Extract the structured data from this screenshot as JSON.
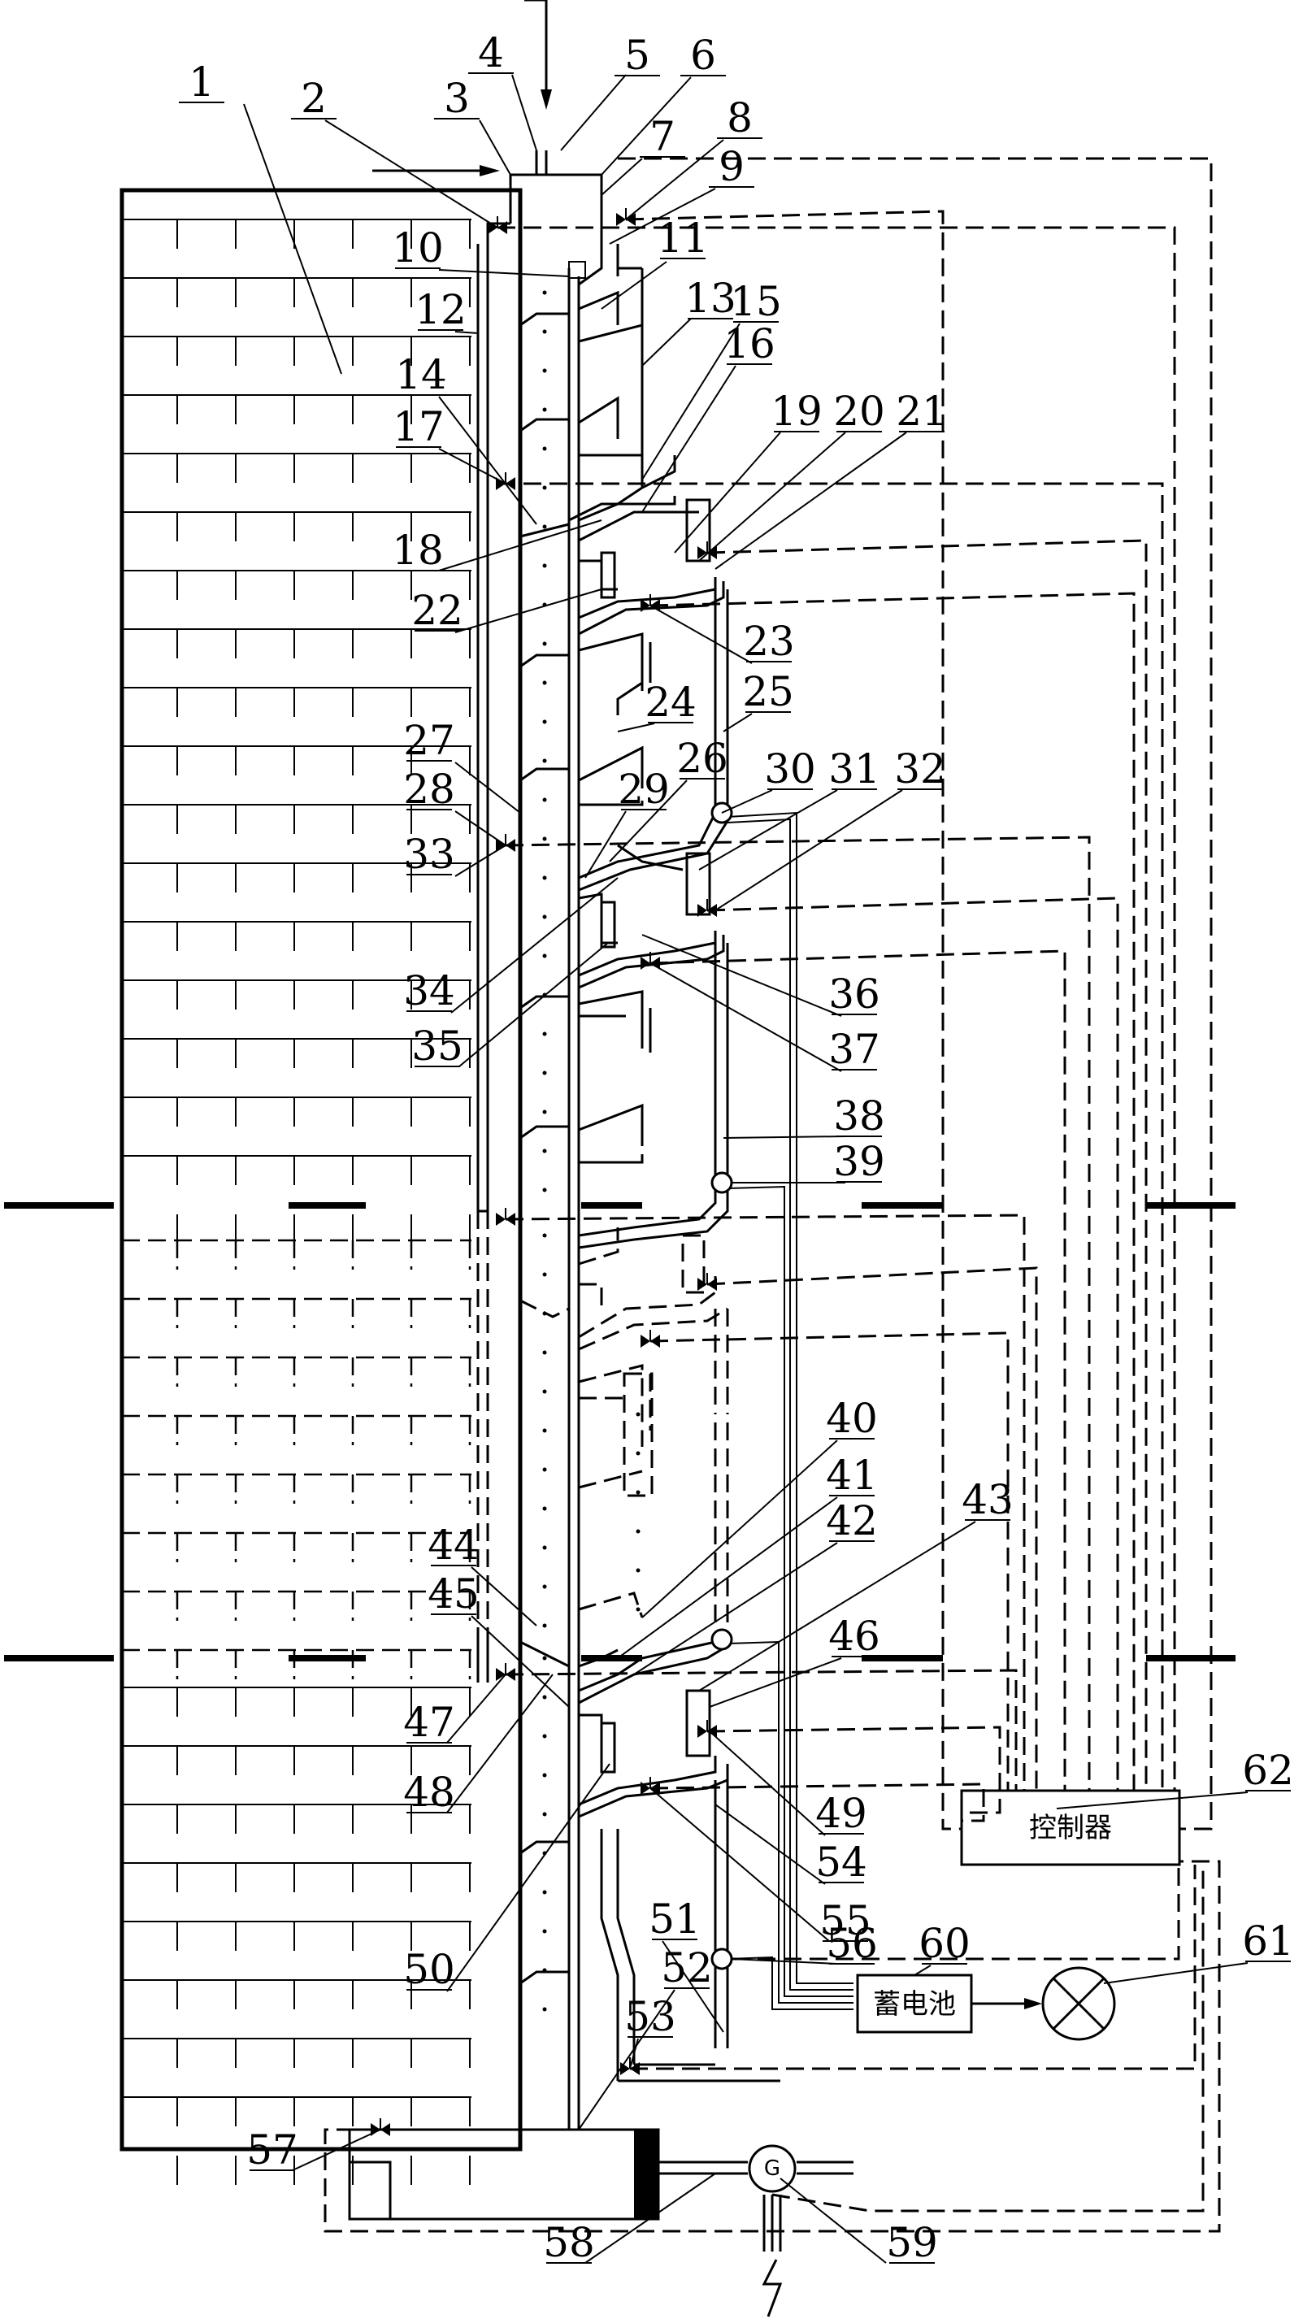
{
  "labels": [
    "1",
    "2",
    "3",
    "4",
    "5",
    "6",
    "7",
    "8",
    "9",
    "10",
    "11",
    "12",
    "13",
    "14",
    "15",
    "16",
    "17",
    "18",
    "19",
    "20",
    "21",
    "22",
    "23",
    "24",
    "25",
    "26",
    "27",
    "28",
    "29",
    "30",
    "31",
    "32",
    "33",
    "34",
    "35",
    "36",
    "37",
    "38",
    "39",
    "40",
    "41",
    "42",
    "43",
    "44",
    "45",
    "46",
    "47",
    "48",
    "49",
    "50",
    "51",
    "52",
    "53",
    "54",
    "55",
    "56",
    "57",
    "58",
    "59",
    "60",
    "61",
    "62"
  ],
  "boxes": {
    "controller": "控制器",
    "battery": "蓄电池"
  },
  "generator_symbol": "G"
}
